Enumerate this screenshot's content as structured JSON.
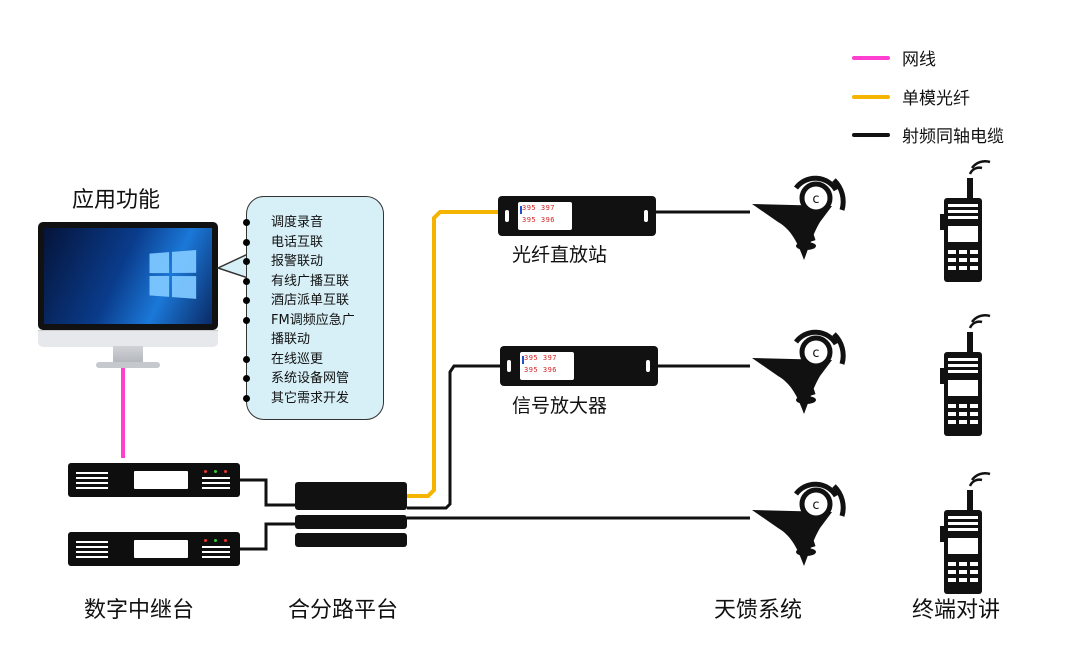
{
  "legend": {
    "items": [
      {
        "label": "网线",
        "color": "#ff3fcf"
      },
      {
        "label": "单模光纤",
        "color": "#f4b400"
      },
      {
        "label": "射频同轴电缆",
        "color": "#111111"
      }
    ]
  },
  "labels": {
    "app_functions": "应用功能",
    "fiber_repeater": "光纤直放站",
    "signal_amplifier": "信号放大器",
    "digital_repeater": "数字中继台",
    "combiner_platform": "合分路平台",
    "antenna_system": "天馈系统",
    "terminal_intercom": "终端对讲"
  },
  "functions": [
    "调度录音",
    "电话互联",
    "报警联动",
    "有线广播互联",
    "酒店派单互联",
    "FM调频应急广",
    "播联动",
    "在线巡更",
    "系统设备网管",
    "其它需求开发"
  ],
  "device_display": {
    "row1": "395 397",
    "row2": "395 396"
  },
  "colors": {
    "network_cable": "#ff3fcf",
    "fiber": "#f4b400",
    "coax": "#111111",
    "bubble_bg": "#d7f0f7"
  }
}
